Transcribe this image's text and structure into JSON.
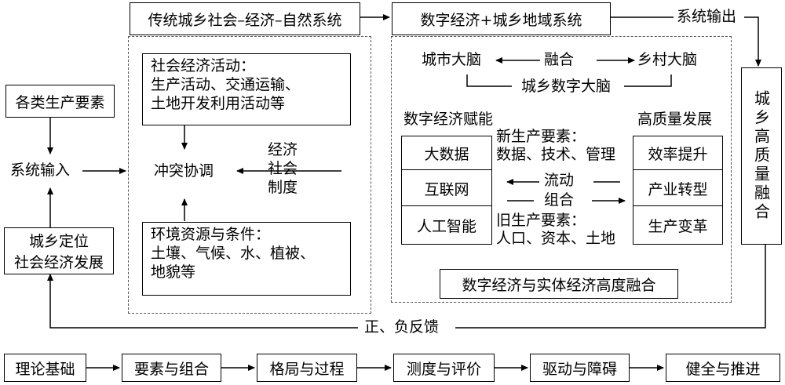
{
  "left": {
    "factors": "各类生产要素",
    "input": "系统输入",
    "position_line1": "城乡定位",
    "position_line2": "社会经济发展"
  },
  "traditional": {
    "title": "传统城乡社会–经济–自然系统",
    "activities_line1": "社会经济活动：",
    "activities_line2": "生产活动、交通运输、",
    "activities_line3": "土地开发利用活动等",
    "conflict": "冲突协调",
    "institution_line1": "经济",
    "institution_line2": "社会",
    "institution_line3": "制度",
    "env_line1": "环境资源与条件：",
    "env_line2": "土壤、气候、水、植被、",
    "env_line3": "地貌等"
  },
  "digital": {
    "title": "数字经济+城乡地域系统",
    "output": "系统输出",
    "city_brain": "城市大脑",
    "fusion": "融合",
    "rural_brain": "乡村大脑",
    "urban_rural_brain": "城乡数字大脑",
    "empower": "数字经济赋能",
    "high_quality": "高质量发展",
    "tech": [
      "大数据",
      "互联网",
      "人工智能"
    ],
    "new_factors_line1": "新生产要素：",
    "new_factors_line2": "数据、技术、管理",
    "flow": "流动",
    "combine": "组合",
    "old_factors_line1": "旧生产要素：",
    "old_factors_line2": "人口、资本、土地",
    "outcomes": [
      "效率提升",
      "产业转型",
      "生产变革"
    ],
    "integration": "数字经济与实体经济高度融合"
  },
  "right": {
    "vertical": "城乡高质量融合"
  },
  "feedback": "正、负反馈",
  "bottom_flow": [
    "理论基础",
    "要素与组合",
    "格局与过程",
    "测度与评价",
    "驱动与障碍",
    "健全与推进"
  ]
}
